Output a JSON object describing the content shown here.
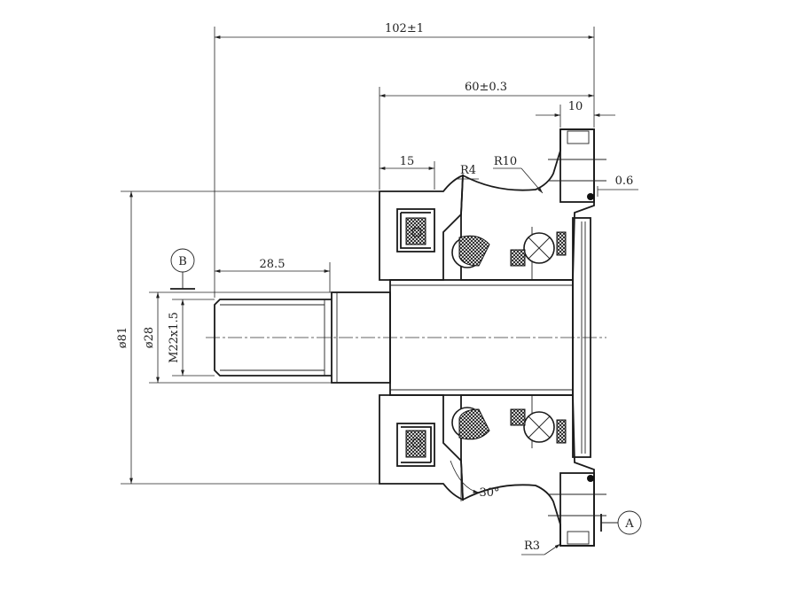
{
  "dimensions": {
    "overall_length": "102±1",
    "hub_length": "60±0.3",
    "flange_width": "10",
    "bearing_width": "15",
    "fillet_r4": "R4",
    "fillet_r10": "R10",
    "gap": "0.6",
    "stub_length": "28.5",
    "outer_diameter": "ø81",
    "shaft_diameter": "ø28",
    "thread": "M22x1.5",
    "angle": "30°",
    "fillet_r3": "R3"
  },
  "datums": {
    "a": "A",
    "b": "B"
  },
  "colors": {
    "line": "#1a1a1a",
    "background": "#ffffff"
  }
}
